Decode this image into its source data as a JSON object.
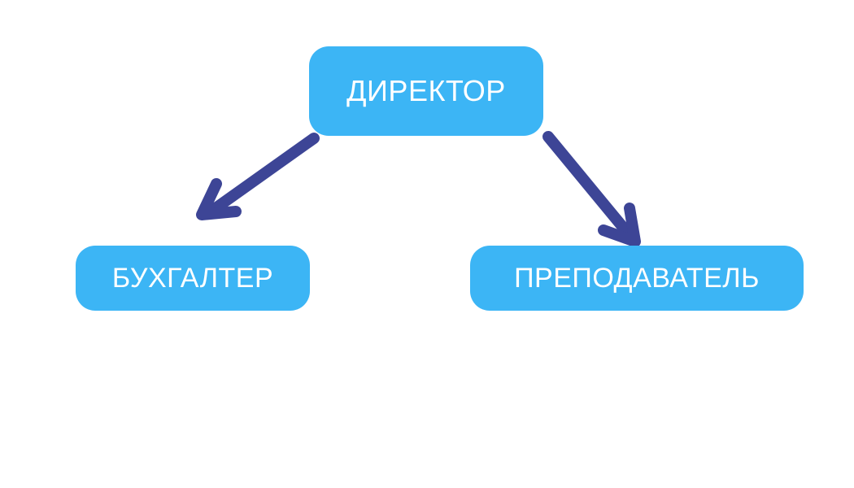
{
  "diagram": {
    "title": "",
    "type": "org-chart",
    "nodes": [
      {
        "id": "director",
        "label": "ДИРЕКТОР"
      },
      {
        "id": "accountant",
        "label": "БУХГАЛТЕР"
      },
      {
        "id": "teacher",
        "label": "ПРЕПОДАВАТЕЛЬ"
      }
    ],
    "edges": [
      {
        "from": "director",
        "to": "accountant",
        "style": "arrow"
      },
      {
        "from": "director",
        "to": "teacher",
        "style": "arrow"
      }
    ],
    "colors": {
      "node_fill": "#3cb5f5",
      "node_text": "#ffffff",
      "arrow": "#3d4596",
      "background": "#ffffff"
    }
  }
}
